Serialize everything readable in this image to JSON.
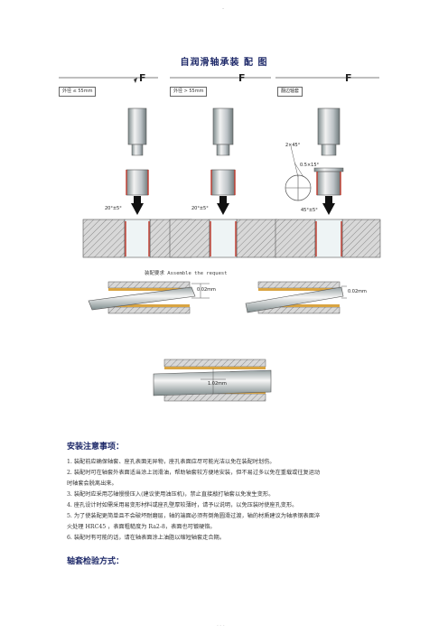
{
  "page": {
    "top_mark": "-",
    "title": "自润滑轴承装 配 图",
    "footer": "- - -"
  },
  "diagram": {
    "force_label": "F",
    "panel1_box": "外径 ≤ 55mm",
    "panel2_box": "外径 > 55mm",
    "panel3_box": "翻边轴套",
    "angle1": "20°±5°",
    "angle2": "20°±5°",
    "angle3": "45°±5°",
    "chamfer1": "2×45°",
    "chamfer2": "0.5×15°",
    "caption": "装配要求 Assemble the request",
    "gap1": "0.02mm",
    "gap2": "0.02mm",
    "gap3": "1.02mm"
  },
  "install": {
    "heading": "安装注意事项：",
    "items": [
      "1. 装配前应确保轴套、座孔表面无异物，座孔表面应尽可能光洁以免在装配时划伤。",
      "2. 装配时可在轴套外表面适当涂上润滑油，帮助轴套较方便地安装，但不易过多以免在重载或往复运动",
      "时轴套会脱离出来。",
      "3. 装配时应采用芯轴慢慢压入(建议使用油压机)，禁止直接敲打轴套以免发生变形。",
      "4. 座孔设计时如需采用易变形材料或座孔壁厚较薄时，请予以说明，以免压装时使座孔变形。",
      "5. 为了使装配更简单且不会破坏耐磨层，轴的端面必须有倒角圆滑过渡，轴的材质建议为轴承钢表面淬",
      "火处理 HRC45 ，表面粗糙度为 Ra2-8，表面也可镀硬铬。",
      "6. 装配时有可能的话，请在轴表面涂上油脂以缩短轴套走合期。"
    ]
  },
  "inspection": {
    "heading": "轴套检验方式："
  },
  "colors": {
    "heading": "#1f2a6a",
    "hatch": "#9a9a9a",
    "bushing_red": "#c0392b",
    "bushing_gold": "#d9a441"
  }
}
